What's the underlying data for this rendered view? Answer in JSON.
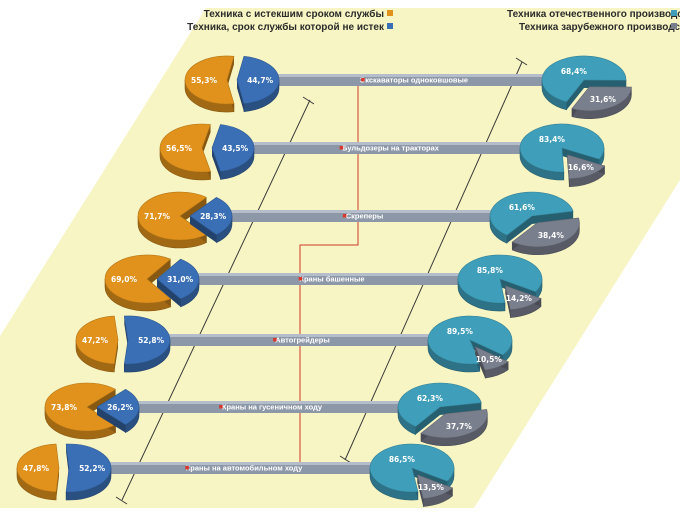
{
  "legend_left": {
    "expired": {
      "label": "Техника с истекшим сроком службы",
      "color": "#e1921c"
    },
    "not_expired": {
      "label": "Техника, срок службы которой не истек",
      "color": "#3a6fb5"
    }
  },
  "legend_right": {
    "domestic": {
      "label": "Техника отечественного производства",
      "color": "#3f9fba"
    },
    "foreign": {
      "label": "Техника зарубежного производства",
      "color": "#7a7f8d"
    }
  },
  "chart_data": {
    "type": "pie",
    "categories": [
      "Экскаваторы одноковшовые",
      "Бульдозеры на тракторах",
      "Скреперы",
      "Краны башенные",
      "Автогрейдеры",
      "Краны на гусеничном ходу",
      "Краны на автомобильном ходу"
    ],
    "left_pies": {
      "series": [
        {
          "name": "Техника с истекшим сроком службы",
          "values": [
            55.3,
            56.5,
            71.7,
            69.0,
            47.2,
            73.8,
            47.8
          ],
          "labels": [
            "55,3%",
            "56,5%",
            "71,7%",
            "69,0%",
            "47,2%",
            "73,8%",
            "47,8%"
          ]
        },
        {
          "name": "Техника, срок службы которой не истек",
          "values": [
            44.7,
            43.5,
            28.3,
            31.0,
            52.8,
            26.2,
            52.2
          ],
          "labels": [
            "44,7%",
            "43,5%",
            "28,3%",
            "31,0%",
            "52,8%",
            "26,2%",
            "52,2%"
          ]
        }
      ]
    },
    "right_pies": {
      "series": [
        {
          "name": "Техника отечественного производства",
          "values": [
            68.4,
            83.4,
            61.6,
            85.8,
            89.5,
            62.3,
            86.5
          ],
          "labels": [
            "68,4%",
            "83,4%",
            "61,6%",
            "85,8%",
            "89,5%",
            "62,3%",
            "86,5%"
          ]
        },
        {
          "name": "Техника зарубежного производства",
          "values": [
            31.6,
            16.6,
            38.4,
            14.2,
            10.5,
            37.7,
            13.5
          ],
          "labels": [
            "31,6%",
            "16,6%",
            "38,4%",
            "14,2%",
            "10,5%",
            "37,7%",
            "13,5%"
          ]
        }
      ]
    }
  }
}
